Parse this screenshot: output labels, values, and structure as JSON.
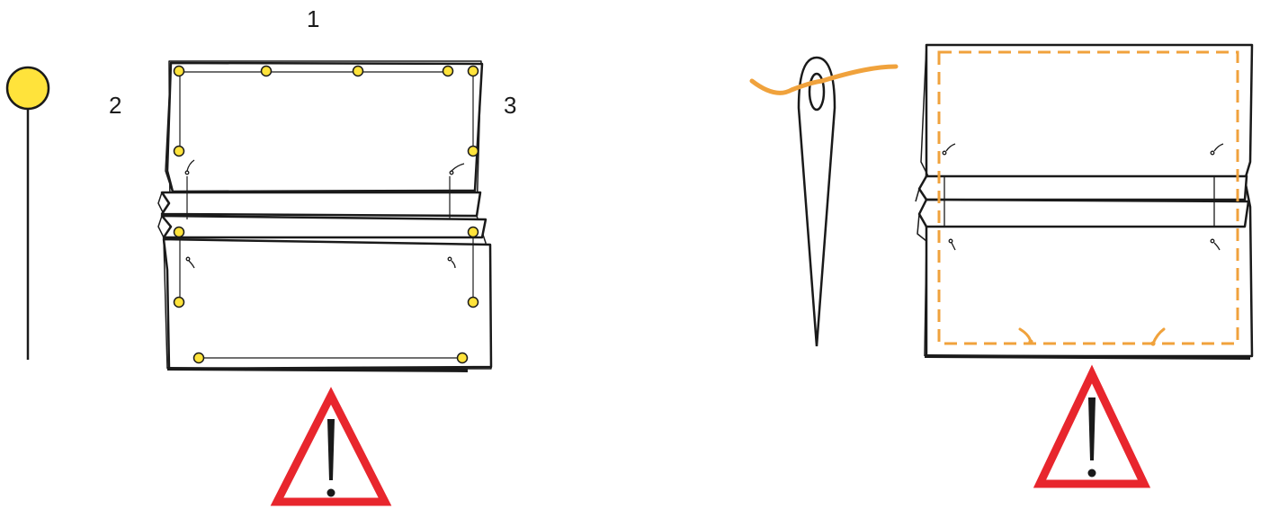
{
  "labels": {
    "top_edge": "1",
    "left_edge": "2",
    "right_edge": "3"
  },
  "colors": {
    "pin_head": "#ffe33b",
    "thread": "#f0a23c",
    "warning_border": "#e8262d",
    "ink": "#1a1a1a"
  },
  "icons": [
    "pin-icon",
    "needle-icon",
    "warning-icon",
    "warning-icon"
  ]
}
